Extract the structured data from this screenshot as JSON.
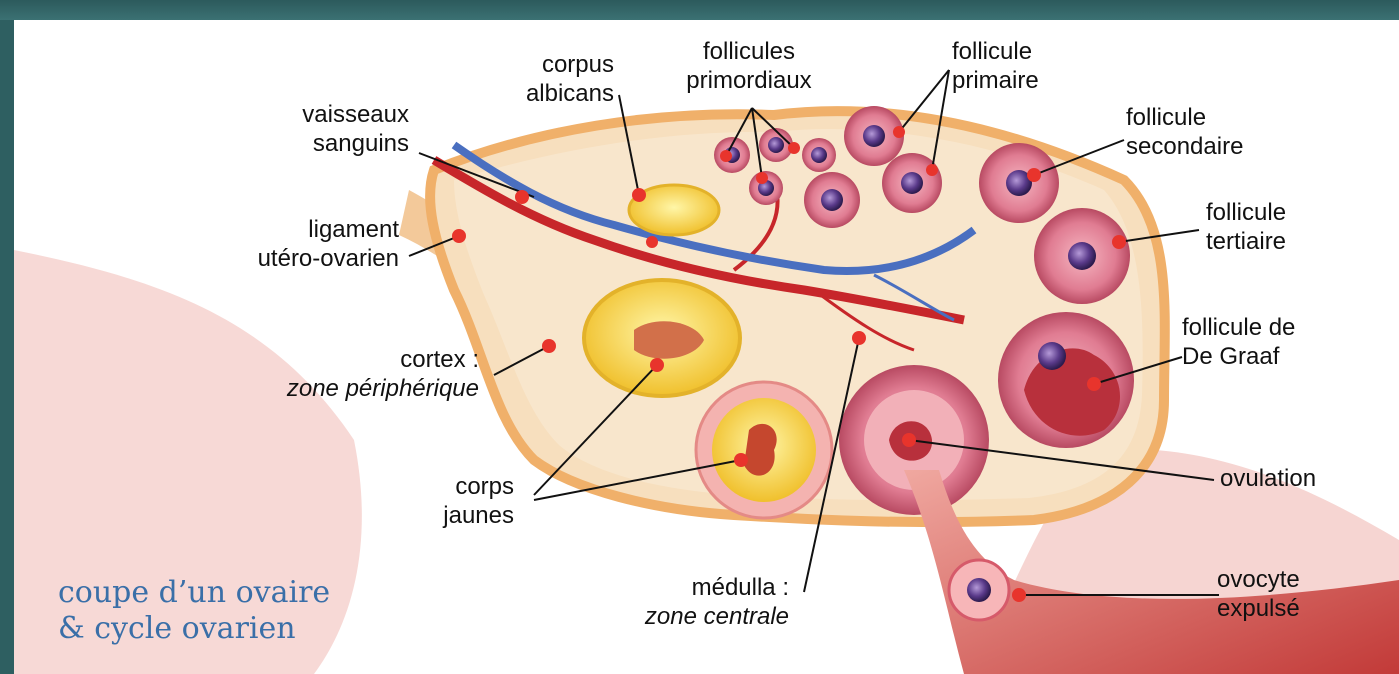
{
  "caption": {
    "line1": "coupe d’un ovaire",
    "line2": "& cycle ovarien"
  },
  "labels": {
    "vaisseaux": [
      "vaisseaux",
      "sanguins"
    ],
    "ligament": [
      "ligament",
      "utéro-ovarien"
    ],
    "cortex": [
      "cortex :",
      "zone périphérique"
    ],
    "corps_jaunes": [
      "corps",
      "jaunes"
    ],
    "corpus_albicans": [
      "corpus",
      "albicans"
    ],
    "primordiaux": [
      "follicules",
      "primordiaux"
    ],
    "primaire": [
      "follicule",
      "primaire"
    ],
    "secondaire": [
      "follicule",
      "secondaire"
    ],
    "tertiaire": [
      "follicule",
      "tertiaire"
    ],
    "de_graaf": [
      "follicule de",
      "De Graaf"
    ],
    "ovulation": [
      "ovulation"
    ],
    "ovocyte": [
      "ovocyte",
      "expulsé"
    ],
    "medulla": [
      "médulla :",
      "zone centrale"
    ]
  },
  "colors": {
    "header_band": "#2e5f61",
    "caption": "#3a6fa8",
    "marker": "#e8342c",
    "ovary_tissue": "#f6dcb8",
    "follicle": "#d9607a",
    "corpus_luteum": "#f6d24a"
  }
}
